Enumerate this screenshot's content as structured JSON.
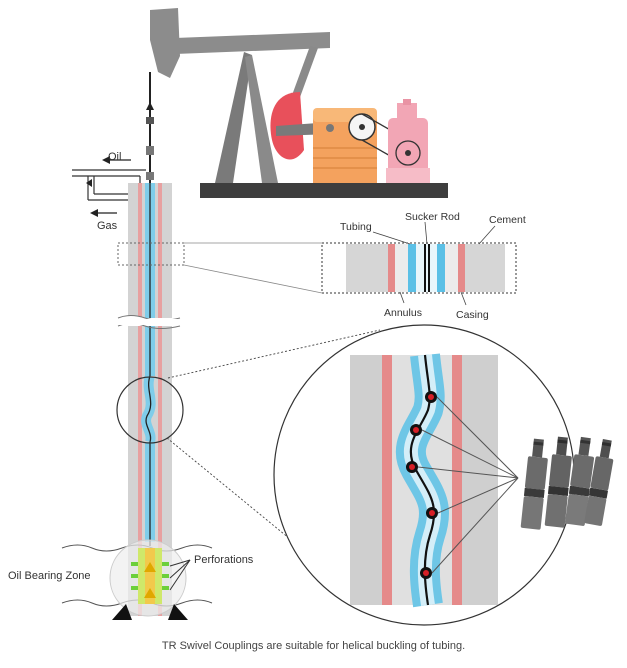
{
  "labels": {
    "oil": "Oil",
    "gas": "Gas",
    "tubing": "Tubing",
    "sucker_rod": "Sucker Rod",
    "cement": "Cement",
    "annulus": "Annulus",
    "casing": "Casing",
    "perforations": "Perforations",
    "oil_bearing_zone": "Oil Bearing Zone"
  },
  "caption": "TR Swivel Couplings are suitable for helical buckling of tubing.",
  "colors": {
    "tubing": "#6ec6e6",
    "casing": "#e58a8a",
    "cement": "#c8c8c8",
    "rod": "#111111",
    "pumpjack_frame": "#7a7a7a",
    "counterweight": "#e8505b",
    "gearbox": "#f4a25e",
    "motor": "#f2a6b5",
    "coupling_marker": "#d61f26"
  }
}
